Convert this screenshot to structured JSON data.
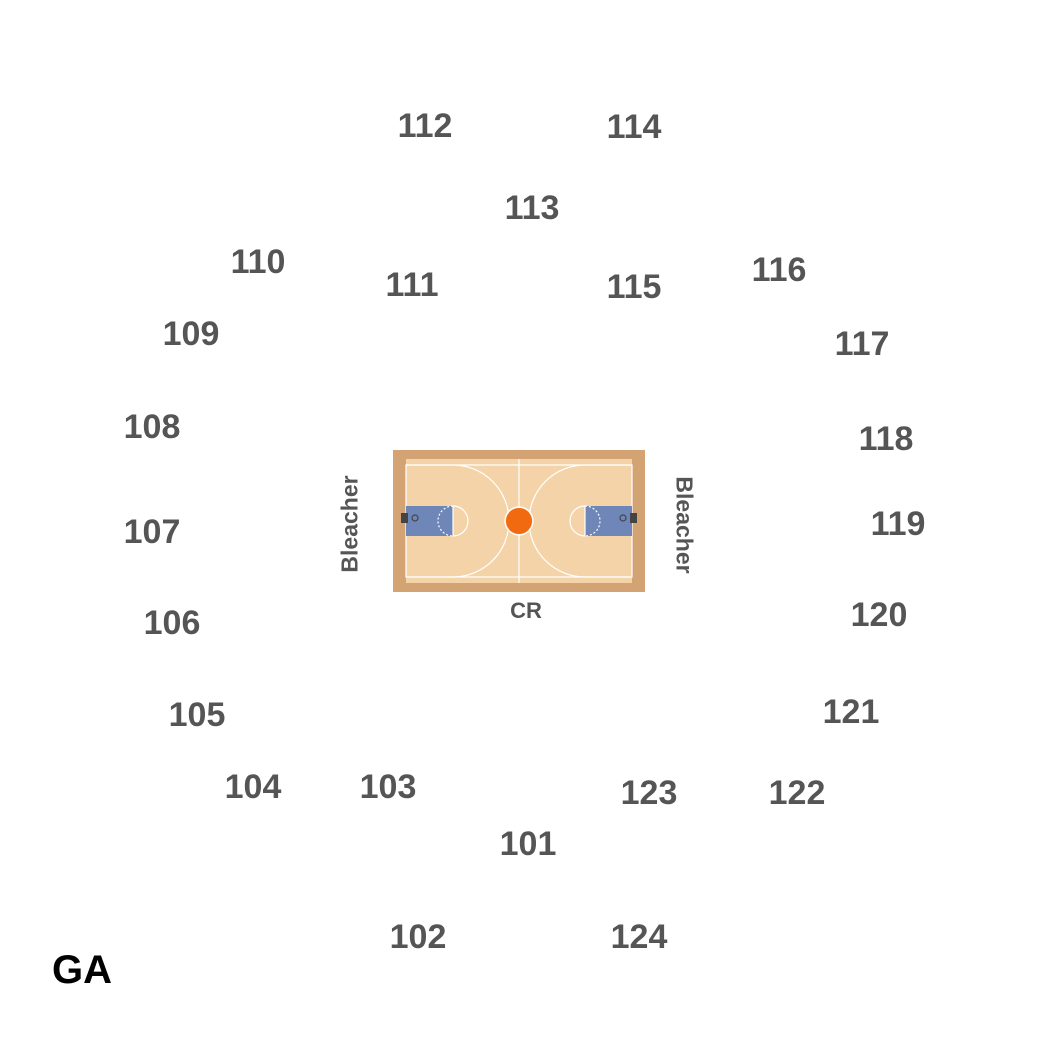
{
  "venue_map": {
    "sections": [
      {
        "id": "112",
        "label": "112"
      },
      {
        "id": "114",
        "label": "114"
      },
      {
        "id": "113",
        "label": "113"
      },
      {
        "id": "110",
        "label": "110"
      },
      {
        "id": "111",
        "label": "111"
      },
      {
        "id": "115",
        "label": "115"
      },
      {
        "id": "116",
        "label": "116"
      },
      {
        "id": "109",
        "label": "109"
      },
      {
        "id": "117",
        "label": "117"
      },
      {
        "id": "108",
        "label": "108"
      },
      {
        "id": "118",
        "label": "118"
      },
      {
        "id": "107",
        "label": "107"
      },
      {
        "id": "119",
        "label": "119"
      },
      {
        "id": "106",
        "label": "106"
      },
      {
        "id": "120",
        "label": "120"
      },
      {
        "id": "105",
        "label": "105"
      },
      {
        "id": "121",
        "label": "121"
      },
      {
        "id": "104",
        "label": "104"
      },
      {
        "id": "103",
        "label": "103"
      },
      {
        "id": "123",
        "label": "123"
      },
      {
        "id": "122",
        "label": "122"
      },
      {
        "id": "101",
        "label": "101"
      },
      {
        "id": "102",
        "label": "102"
      },
      {
        "id": "124",
        "label": "124"
      }
    ],
    "bleacher_left": "Bleacher",
    "bleacher_right": "Bleacher",
    "court_side_label": "CR",
    "general_admission": "GA"
  },
  "colors": {
    "section_text": "#555555",
    "ga_text": "#000000",
    "court_border": "#d4a373",
    "court_floor": "#f4d3a8",
    "court_lines": "#ffffff",
    "paint": "#6f86b8",
    "center_ball": "#f26a10",
    "hoop": "#444444"
  },
  "icons": {
    "court": "basketball-court-icon",
    "ball": "basketball-icon",
    "hoop": "hoop-icon"
  }
}
